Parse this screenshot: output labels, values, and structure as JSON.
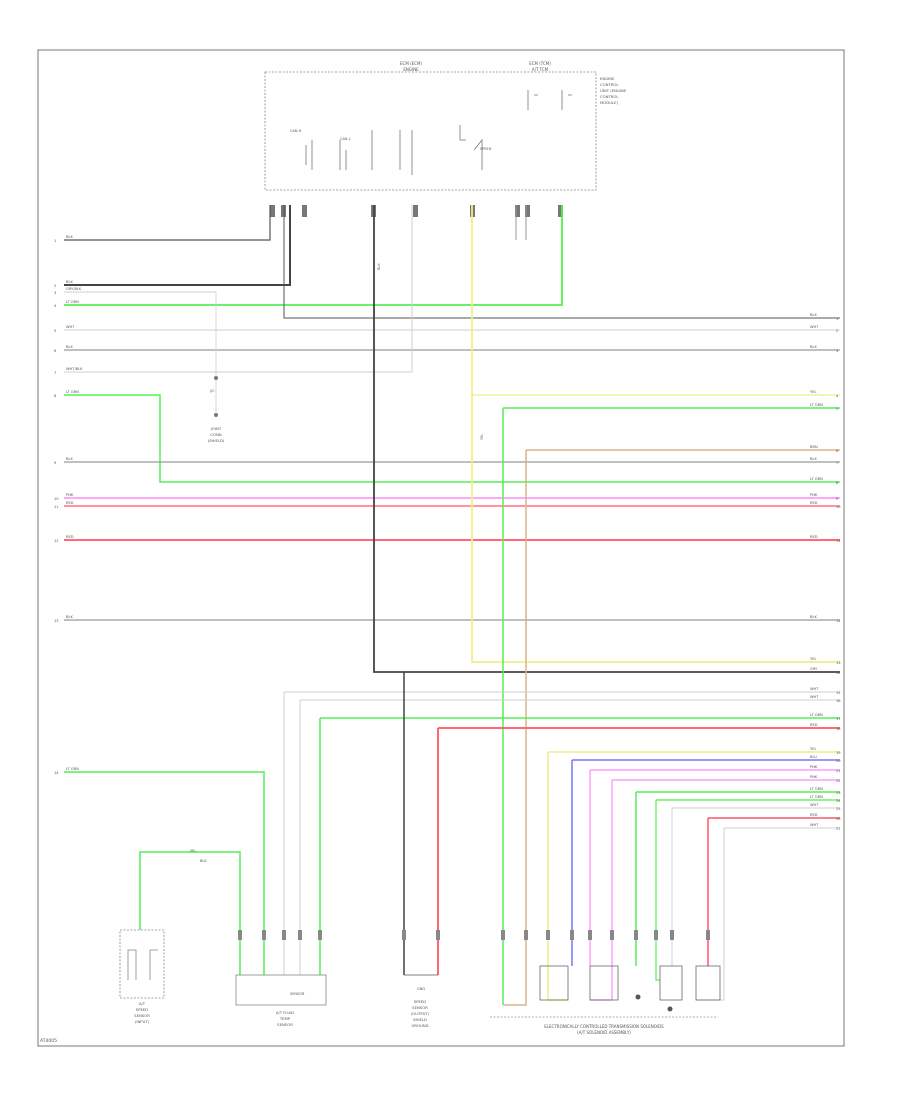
{
  "ecm": {
    "title_left_1": "ECM (ECM)",
    "title_left_2": "ENGINE",
    "title_right_1": "ECM (TCM)",
    "title_right_2": "A/T TCM",
    "side_note": [
      "ENGINE",
      "CONTROL",
      "UNIT (ENGINE",
      "CONTROL",
      "MODULE)"
    ],
    "inner_labels": [
      "CAN H",
      "CAN L",
      "SPEED"
    ]
  },
  "left_wire_labels": [
    {
      "num": "1",
      "color_code": "BLK"
    },
    {
      "num": "2",
      "color_code": "BLK"
    },
    {
      "num": "3",
      "color_code": "GRY/BLK"
    },
    {
      "num": "4",
      "color_code": "LT GRN"
    },
    {
      "num": "5",
      "color_code": "WHT"
    },
    {
      "num": "6",
      "color_code": "BLK"
    },
    {
      "num": "7",
      "color_code": "WHT/BLK"
    },
    {
      "num": "8",
      "color_code": "LT GRN"
    },
    {
      "num": "9",
      "color_code": "BLK"
    },
    {
      "num": "10",
      "color_code": "PNK"
    },
    {
      "num": "11",
      "color_code": "RED"
    },
    {
      "num": "12",
      "color_code": "RED"
    },
    {
      "num": "13",
      "color_code": "BLK"
    },
    {
      "num": "14",
      "color_code": "LT GRN"
    }
  ],
  "right_wire_labels": [
    {
      "num": "1",
      "color_code": "BLK"
    },
    {
      "num": "2",
      "color_code": "WHT"
    },
    {
      "num": "3",
      "color_code": "BLK"
    },
    {
      "num": "4",
      "color_code": "YEL"
    },
    {
      "num": "5",
      "color_code": "LT GRN"
    },
    {
      "num": "6",
      "color_code": "BRN"
    },
    {
      "num": "7",
      "color_code": "BLK"
    },
    {
      "num": "8",
      "color_code": "LT GRN"
    },
    {
      "num": "9",
      "color_code": "PNK"
    },
    {
      "num": "10",
      "color_code": "RED"
    },
    {
      "num": "11",
      "color_code": "RED"
    },
    {
      "num": "12",
      "color_code": "BLK"
    },
    {
      "num": "13",
      "color_code": "YEL"
    },
    {
      "num": "14",
      "color_code": "GRY"
    },
    {
      "num": "15",
      "color_code": "WHT"
    },
    {
      "num": "16",
      "color_code": "WHT"
    },
    {
      "num": "17",
      "color_code": "LT GRN"
    },
    {
      "num": "18",
      "color_code": "RED"
    },
    {
      "num": "19",
      "color_code": "YEL"
    },
    {
      "num": "20",
      "color_code": "BLU"
    },
    {
      "num": "21",
      "color_code": "PNK"
    },
    {
      "num": "22",
      "color_code": "PNK"
    },
    {
      "num": "23",
      "color_code": "LT GRN"
    },
    {
      "num": "24",
      "color_code": "LT GRN"
    },
    {
      "num": "25",
      "color_code": "WHT"
    },
    {
      "num": "26",
      "color_code": "RED"
    },
    {
      "num": "27",
      "color_code": "WHT"
    }
  ],
  "mid_labels": {
    "ground_junction": [
      "JOINT",
      "CONN",
      "(SHIELD)"
    ],
    "splice_label": "J/C",
    "yel_label": "YEL",
    "ecm_wire_label": "BLK",
    "coil_wire_label": "YEL",
    "coil_block_label": "BLK"
  },
  "components": {
    "speed_sensor": [
      "A/T",
      "SPEED",
      "SENSOR",
      "(INPUT)"
    ],
    "speed_sensor_short": [
      "SPEED",
      "SENSOR",
      "(OUTPUT)"
    ],
    "line_sensor": [
      "A/T FLUID",
      "TEMP",
      "SENSOR"
    ],
    "line_sensor_box": "SENSOR",
    "ground_cap": [
      "SHIELD",
      "GROUND"
    ],
    "ground_cap_small": "GND",
    "trans_solenoid": "ELECTRONICALLY CONTROLLED TRANSMISSION SOLENOIDS",
    "trans_solenoid_2": "(A/T SOLENOID ASSEMBLY)"
  },
  "footer_code": "AT4005",
  "colors": {
    "black": "#555555",
    "dark": "#444444",
    "gray": "#9a9a9a",
    "light": "#cfcfcf",
    "green": "#55ee55",
    "yellow": "#eeee88",
    "pink": "#ff88ff",
    "red": "#ff5566",
    "brown": "#d9b38c",
    "orange": "#ffbb66",
    "blue": "#7777ff"
  }
}
